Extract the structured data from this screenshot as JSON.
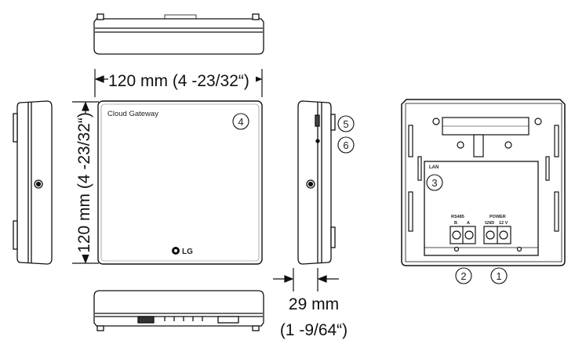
{
  "device_label": "Cloud Gateway",
  "brand": "LG",
  "dimensions": {
    "width": "120 mm (4 -23/32“)",
    "height": "120 mm (4 -23/32“)",
    "depth_mm": "29 mm",
    "depth_in": "(1 -9/64“)"
  },
  "callouts": [
    "①",
    "②",
    "③",
    "④",
    "⑤",
    "⑥"
  ],
  "terminal_labels": {
    "lan": "LAN",
    "rs485": "RS485",
    "b": "B",
    "a": "A",
    "power": "POWER",
    "gnd": "GND",
    "v12": "12 V"
  }
}
